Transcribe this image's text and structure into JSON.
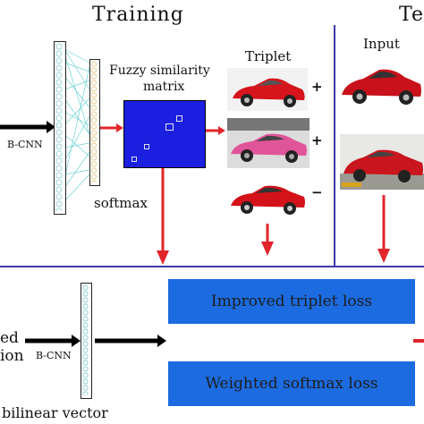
{
  "sections": {
    "training_title": "Training",
    "testing_title_partial": "Te"
  },
  "labels": {
    "bcnn_top": "B-CNN",
    "fuzzy_line1": "Fuzzy similarity",
    "fuzzy_line2": "matrix",
    "softmax": "softmax",
    "triplet": "Triplet",
    "input": "Input",
    "plus1": "+",
    "plus2": "+",
    "minus": "−",
    "bcnn_bottom": "B-CNN",
    "left_partial_1": "ed",
    "left_partial_2": "ion",
    "bilinear": "bilinear vector"
  },
  "boxes": {
    "improved": "Improved triplet loss",
    "weighted": "Weighted softmax loss"
  },
  "colors": {
    "arrow_red": "#e0262b",
    "box_blue": "#1c6be0",
    "matrix_blue": "#1a1fe0",
    "divider": "#3a3aa8",
    "layer_border": "#222222"
  }
}
